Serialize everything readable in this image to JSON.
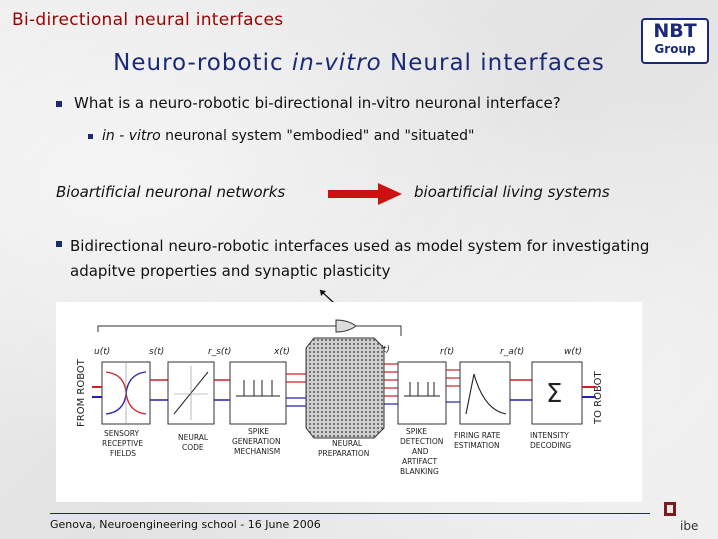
{
  "header": {
    "corner_title": "Bi-directional neural interfaces",
    "logo_line1": "NBT",
    "logo_line2": "Group"
  },
  "title": {
    "part1": "Neuro-robotic ",
    "part2": "in-vitro",
    "part3": " Neural interfaces"
  },
  "bullets": {
    "q": "What is a neuro-robotic bi-directional in-vitro neuronal interface?",
    "sub_italic": "in - vitro",
    "sub_rest": " neuronal system \"embodied\" and \"situated\"",
    "left_phrase": "Bioartificial neuronal networks",
    "right_phrase": "bioartificial living systems",
    "b3": "Bidirectional neuro-robotic interfaces used as model system for investigating adapitve properties and synaptic plasticity"
  },
  "figure": {
    "from_robot": "FROM ROBOT",
    "to_robot": "TO ROBOT",
    "signals": [
      "u(t)",
      "s(t)",
      "r_s(t)",
      "x(t)",
      "y(t)",
      "r(t)",
      "r_a(t)",
      "w(t)"
    ],
    "blocks": [
      {
        "label1": "SENSORY",
        "label2": "RECEPTIVE",
        "label3": "FIELDS"
      },
      {
        "label1": "NEURAL",
        "label2": "CODE",
        "label3": ""
      },
      {
        "label1": "SPIKE",
        "label2": "GENERATION",
        "label3": "MECHANISM"
      },
      {
        "label1": "NEURAL",
        "label2": "PREPARATION",
        "label3": ""
      },
      {
        "label1": "SPIKE",
        "label2": "DETECTION",
        "label3": "AND",
        "label4": "ARTIFACT",
        "label5": "BLANKING"
      },
      {
        "label1": "FIRING RATE",
        "label2": "ESTIMATION",
        "label3": ""
      },
      {
        "label1": "INTENSITY",
        "label2": "DECODING",
        "label3": ""
      }
    ],
    "sigma": "Σ"
  },
  "footer": {
    "text": "Genova, Neuroengineering school - 16 June 2006",
    "logo_text": "ibe"
  },
  "colors": {
    "title_blue": "#1a2a78",
    "corner_red": "#9c0000",
    "arrow_red": "#cc1111",
    "signal_blue": "#2a3a9a",
    "signal_red": "#cc2222"
  }
}
